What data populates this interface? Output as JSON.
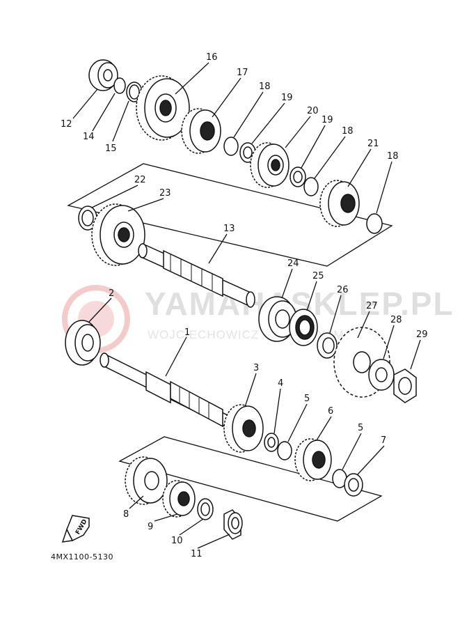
{
  "diagram": {
    "catalog_code": "4MX1100-5130",
    "fwd_label": "FWD",
    "watermark": {
      "main": "YAMAHASKLEP.PL",
      "sub": "WOJCIECHOWICZ - PARTS YAMAHA"
    },
    "callouts": [
      {
        "id": "c1",
        "text": "1"
      },
      {
        "id": "c2",
        "text": "2"
      },
      {
        "id": "c3",
        "text": "3"
      },
      {
        "id": "c4",
        "text": "4"
      },
      {
        "id": "c5a",
        "text": "5"
      },
      {
        "id": "c5b",
        "text": "5"
      },
      {
        "id": "c6",
        "text": "6"
      },
      {
        "id": "c7",
        "text": "7"
      },
      {
        "id": "c8",
        "text": "8"
      },
      {
        "id": "c9",
        "text": "9"
      },
      {
        "id": "c10",
        "text": "10"
      },
      {
        "id": "c11",
        "text": "11"
      },
      {
        "id": "c12",
        "text": "12"
      },
      {
        "id": "c13",
        "text": "13"
      },
      {
        "id": "c14",
        "text": "14"
      },
      {
        "id": "c15",
        "text": "15"
      },
      {
        "id": "c16",
        "text": "16"
      },
      {
        "id": "c17",
        "text": "17"
      },
      {
        "id": "c18a",
        "text": "18"
      },
      {
        "id": "c18b",
        "text": "18"
      },
      {
        "id": "c18c",
        "text": "18"
      },
      {
        "id": "c19a",
        "text": "19"
      },
      {
        "id": "c19b",
        "text": "19"
      },
      {
        "id": "c20",
        "text": "20"
      },
      {
        "id": "c21",
        "text": "21"
      },
      {
        "id": "c22",
        "text": "22"
      },
      {
        "id": "c23",
        "text": "23"
      },
      {
        "id": "c24",
        "text": "24"
      },
      {
        "id": "c25",
        "text": "25"
      },
      {
        "id": "c26",
        "text": "26"
      },
      {
        "id": "c27",
        "text": "27"
      },
      {
        "id": "c28",
        "text": "28"
      },
      {
        "id": "c29",
        "text": "29"
      }
    ]
  }
}
